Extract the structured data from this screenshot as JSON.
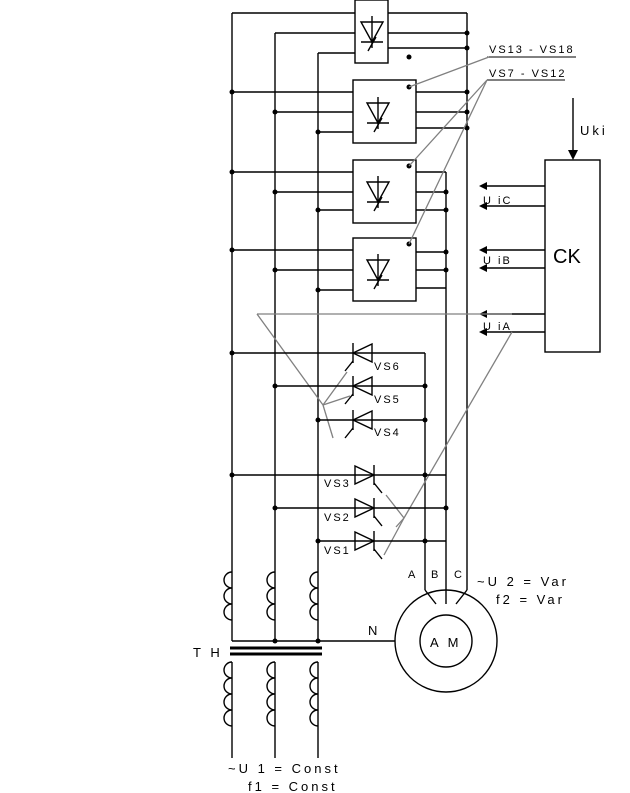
{
  "labels": {
    "group_top": "VS13 - VS18",
    "group_mid": "VS7 - VS12",
    "control_input": "Uki",
    "out_c": "U iC",
    "out_b": "U iB",
    "out_a": "U iA",
    "control_block": "CK",
    "vs6": "VS6",
    "vs5": "VS5",
    "vs4": "VS4",
    "vs3": "VS3",
    "vs2": "VS2",
    "vs1": "VS1",
    "phase_a": "A",
    "phase_b": "B",
    "phase_c": "C",
    "output_voltage": "~U 2 = Var",
    "output_freq": "f2 = Var",
    "neutral": "N",
    "motor": "A M",
    "transformer": "T H",
    "input_voltage": "~U 1 = Const",
    "input_freq": "f1 = Const"
  }
}
